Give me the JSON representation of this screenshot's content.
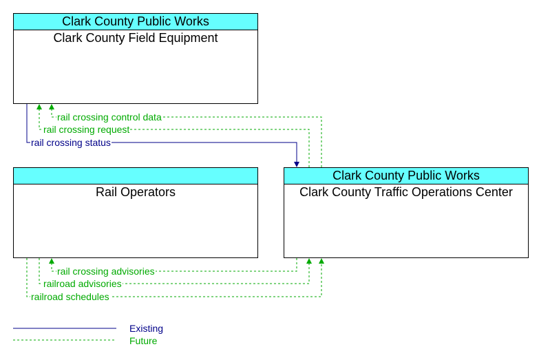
{
  "boxes": {
    "field_equipment": {
      "header": "Clark County Public Works",
      "name": "Clark County Field Equipment"
    },
    "rail_operators": {
      "header": "",
      "name": "Rail Operators"
    },
    "traffic_ops": {
      "header": "Clark County Public Works",
      "name": "Clark County Traffic Operations Center"
    }
  },
  "flows": {
    "rail_crossing_control_data": "rail crossing control data",
    "rail_crossing_request": "rail crossing request",
    "rail_crossing_status": "rail crossing status",
    "rail_crossing_advisories": "rail crossing advisories",
    "railroad_advisories": "railroad advisories",
    "railroad_schedules": "railroad schedules"
  },
  "legend": {
    "existing": "Existing",
    "future": "Future"
  },
  "colors": {
    "existing": "#000088",
    "future": "#00aa00",
    "header": "#66ffff"
  }
}
